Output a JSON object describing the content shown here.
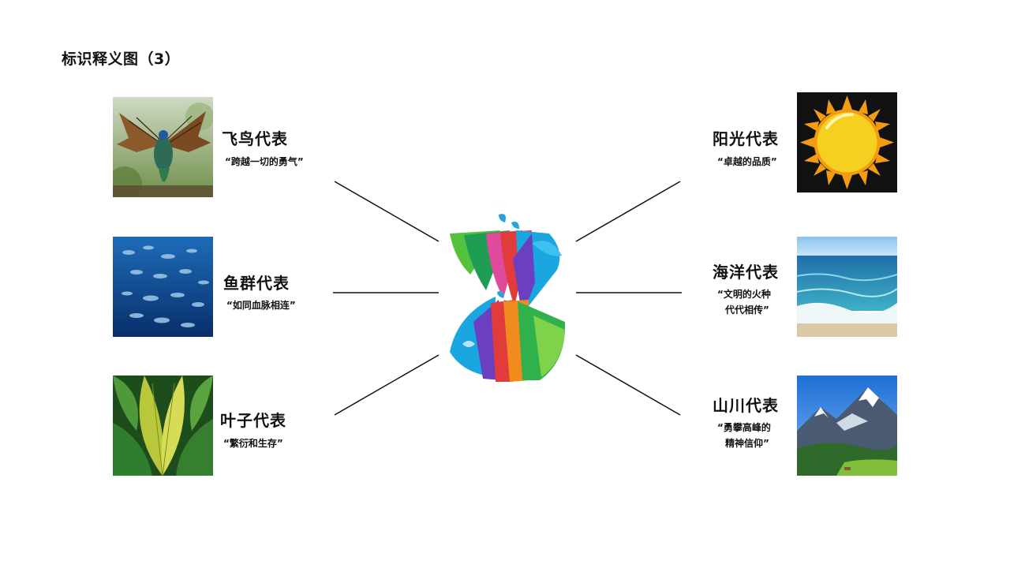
{
  "title": "标识释义图（3）",
  "colors": {
    "line": "#111111",
    "sun": "#f5c518",
    "sun_bg": "#111111",
    "ocean": "#2f8fc4",
    "fish_bg": "#0a4a8f",
    "leaf": "#3f8f2f"
  },
  "items": {
    "bird": {
      "label": "飞鸟代表",
      "quote": "“跨越一切的勇气”",
      "image_icon": "peacock-photo"
    },
    "fish": {
      "label": "鱼群代表",
      "quote": "“如同血脉相连”",
      "image_icon": "fish-school-photo"
    },
    "leaf": {
      "label": "叶子代表",
      "quote": "“繁衍和生存”",
      "image_icon": "leaves-photo"
    },
    "sun": {
      "label": "阳光代表",
      "quote": "“卓越的品质”",
      "image_icon": "sun-icon"
    },
    "ocean": {
      "label": "海洋代表",
      "quote_line1": "“文明的火种",
      "quote_line2": "代代相传”",
      "image_icon": "ocean-photo"
    },
    "mountain": {
      "label": "山川代表",
      "quote_line1": "“勇攀高峰的",
      "quote_line2": "精神信仰”",
      "image_icon": "mountain-photo"
    }
  },
  "logo_icon": "z-bird-fish-logo-icon"
}
